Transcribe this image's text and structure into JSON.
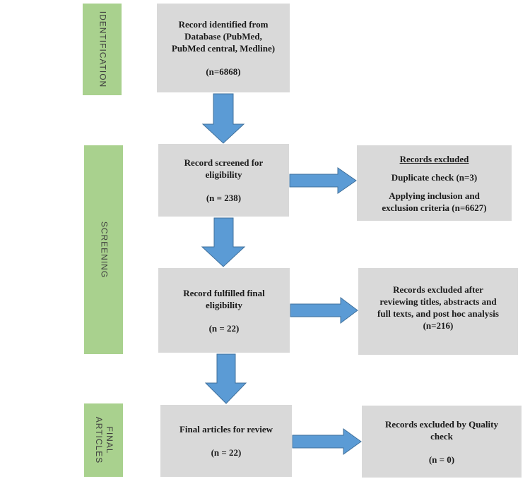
{
  "phases": {
    "identification": "IDENTIFICATION",
    "screening": "SCREENING",
    "final_line1": "FINAL",
    "final_line2": "ARTICLES"
  },
  "boxes": {
    "identified": {
      "line1": "Record identified from",
      "line2": "Database (PubMed,",
      "line3": "PubMed central, Medline)",
      "count": "(n=6868)"
    },
    "screened": {
      "line1": "Record screened for",
      "line2": "eligibility",
      "count": "(n = 238)"
    },
    "excluded_1": {
      "heading": "Records excluded",
      "item1": "Duplicate check (n=3)",
      "item2_line1": "Applying inclusion and",
      "item2_line2": "exclusion criteria (n=6627)"
    },
    "eligibility": {
      "line1": "Record fulfilled final",
      "line2": "eligibility",
      "count": "(n = 22)"
    },
    "excluded_2": {
      "line1": "Records excluded after",
      "line2": "reviewing titles, abstracts and",
      "line3": "full texts, and post hoc analysis",
      "count": "(n=216)"
    },
    "final": {
      "line1": "Final articles for review",
      "count": "(n = 22)"
    },
    "excluded_3": {
      "line1": "Records excluded by Quality",
      "line2": "check",
      "count": "(n = 0)"
    }
  },
  "colors": {
    "phase_fill": "#a9d18e",
    "box_fill": "#d9d9d9",
    "arrow_fill": "#5b9bd5",
    "arrow_stroke": "#41719c"
  }
}
